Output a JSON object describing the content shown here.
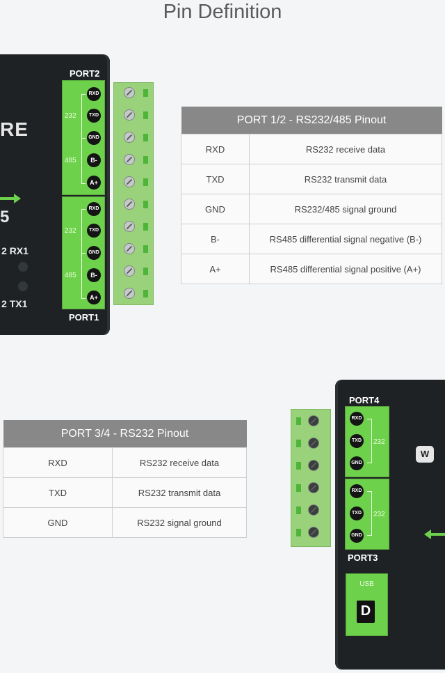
{
  "title": "Pin Definition",
  "device_top": {
    "partial_brand_text": "RE",
    "partial_model_text": "5",
    "port_top_label": "PORT2",
    "port_bottom_label": "PORT1",
    "leds": [
      {
        "prefix": "2",
        "label": "RX1"
      },
      {
        "prefix": "2",
        "label": "TX1"
      }
    ],
    "port2_pins": [
      "RXD",
      "TXD",
      "GND",
      "B-",
      "A+"
    ],
    "port1_pins": [
      "RXD",
      "TXD",
      "GND",
      "B-",
      "A+"
    ],
    "mode_232": "232",
    "mode_485": "485"
  },
  "table_port12": {
    "header": "PORT 1/2 - RS232/485 Pinout",
    "rows": [
      {
        "pin": "RXD",
        "desc": "RS232 receive data"
      },
      {
        "pin": "TXD",
        "desc": "RS232 transmit data"
      },
      {
        "pin": "GND",
        "desc": "RS232/485 signal ground"
      },
      {
        "pin": "B-",
        "desc": "RS485 differential signal negative (B-)"
      },
      {
        "pin": "A+",
        "desc": "RS485 differential signal positive (A+)"
      }
    ]
  },
  "table_port34": {
    "header": "PORT 3/4 - RS232 Pinout",
    "rows": [
      {
        "pin": "RXD",
        "desc": "RS232 receive data"
      },
      {
        "pin": "TXD",
        "desc": "RS232 transmit data"
      },
      {
        "pin": "GND",
        "desc": "RS232 signal ground"
      }
    ]
  },
  "device_bottom": {
    "port_top_label": "PORT4",
    "port_bottom_label": "PORT3",
    "port4_pins": [
      "RXD",
      "TXD",
      "GND"
    ],
    "port3_pins": [
      "RXD",
      "TXD",
      "GND"
    ],
    "mode_232": "232",
    "usb_label": "USB",
    "usb_letter": "D",
    "logo_text": "W"
  },
  "colors": {
    "device_body": "#1f2225",
    "port_green": "#6ed14b",
    "terminal_green": "#9ad17b",
    "table_header": "#888888"
  }
}
